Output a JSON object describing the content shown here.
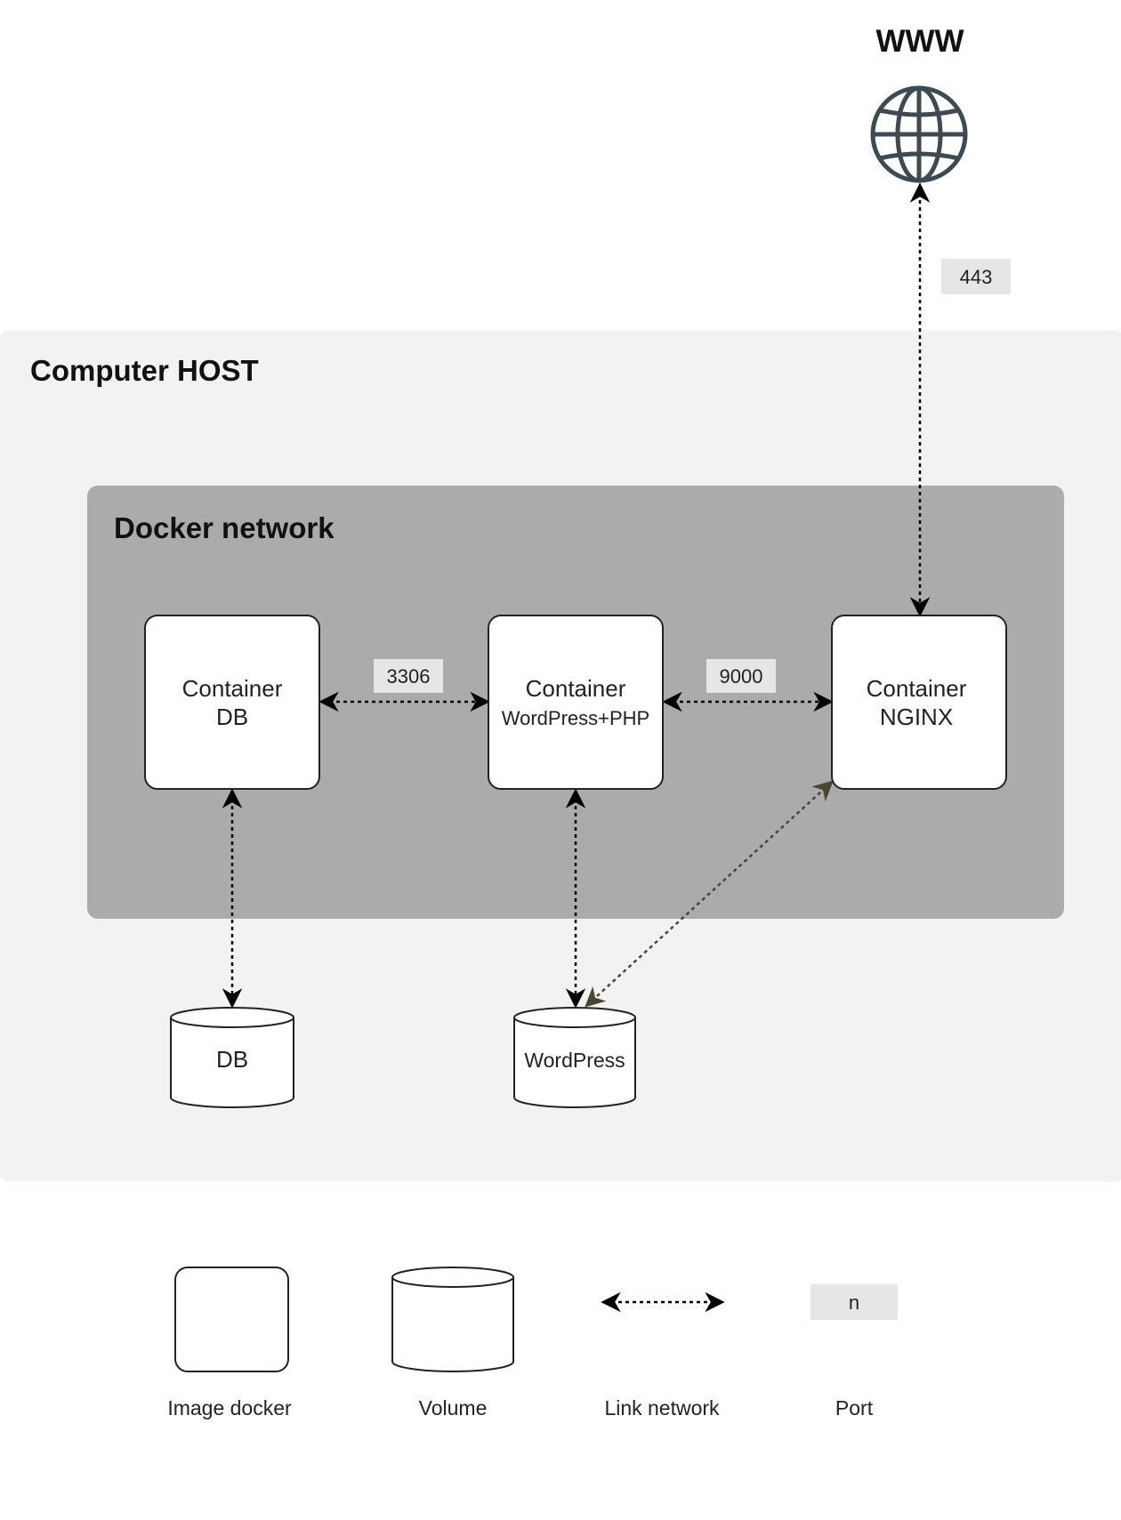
{
  "www": {
    "label": "WWW",
    "icon": "globe-icon"
  },
  "host": {
    "label": "Computer HOST"
  },
  "network": {
    "label": "Docker network"
  },
  "containers": {
    "db": {
      "line1": "Container",
      "line2": "DB"
    },
    "wordpress": {
      "line1": "Container",
      "line2": "WordPress+PHP"
    },
    "nginx": {
      "line1": "Container",
      "line2": "NGINX"
    }
  },
  "volumes": {
    "db": {
      "label": "DB"
    },
    "wordpress": {
      "label": "WordPress"
    }
  },
  "ports": {
    "www_nginx": "443",
    "db_wordpress": "3306",
    "wordpress_nginx": "9000"
  },
  "legend": {
    "image_docker": "Image docker",
    "volume": "Volume",
    "link_network": "Link network",
    "port": "Port",
    "port_sample": "n"
  },
  "colors": {
    "host_bg": "#f2f2f2",
    "network_bg": "#ababab",
    "port_bg": "#e6e6e6",
    "link_stroke": "#000000",
    "nginx_volume_link": "#4a4432",
    "globe": "#3e4a52"
  }
}
